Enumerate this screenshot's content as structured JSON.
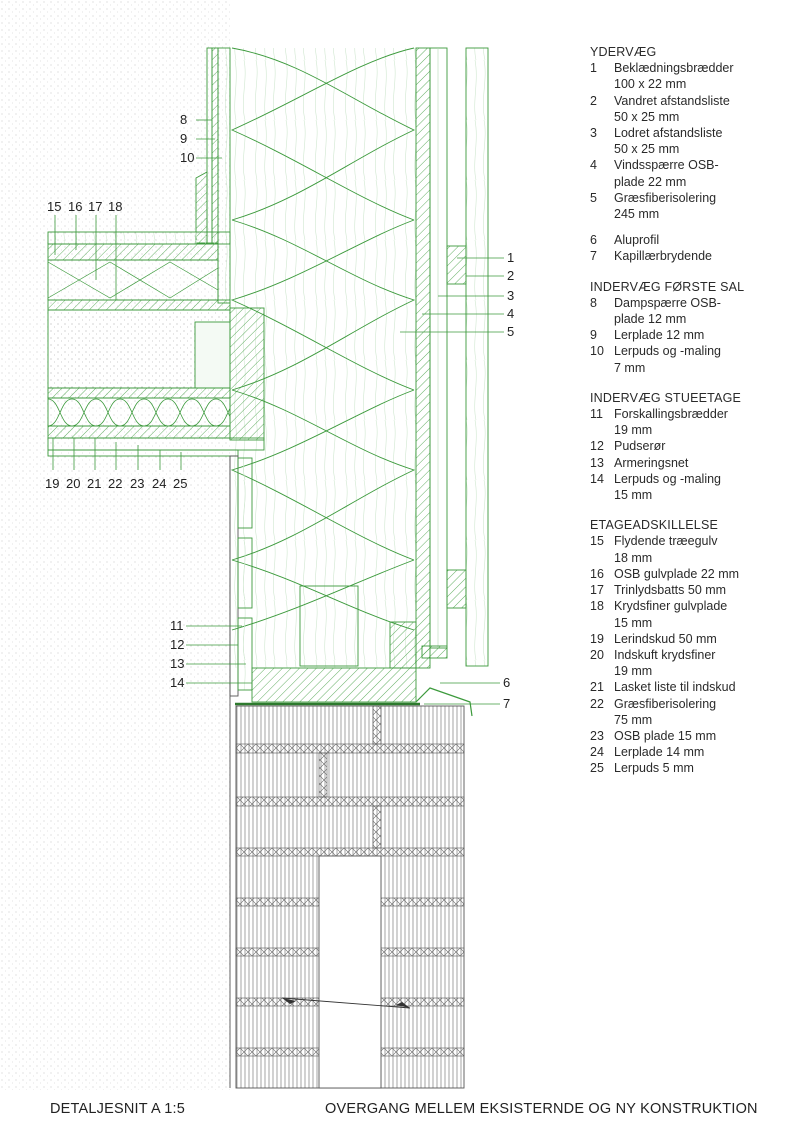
{
  "colors": {
    "construction_green": "#3c9a3c",
    "light_green": "#b6dcb6",
    "existing_gray": "#555555",
    "text": "#222222"
  },
  "legend": {
    "yderveg": {
      "title": "YDERVÆG",
      "items": [
        {
          "num": "1",
          "text": "Beklædningsbrædder\n100 x 22 mm"
        },
        {
          "num": "2",
          "text": "Vandret afstandsliste\n50 x 25 mm"
        },
        {
          "num": "3",
          "text": "Lodret afstandsliste\n50 x 25 mm"
        },
        {
          "num": "4",
          "text": "Vindsspærre OSB-\nplade 22 mm"
        },
        {
          "num": "5",
          "text": "Græsfiberisolering\n245 mm"
        },
        {
          "num": "6",
          "text": "Aluprofil"
        },
        {
          "num": "7",
          "text": "Kapillærbrydende"
        }
      ]
    },
    "indervaeg_sal": {
      "title": "INDERVÆG FØRSTE SAL",
      "items": [
        {
          "num": "8",
          "text": "Dampspærre OSB-\nplade 12 mm"
        },
        {
          "num": "9",
          "text": "Lerplade 12 mm"
        },
        {
          "num": "10",
          "text": "Lerpuds og -maling\n7 mm"
        }
      ]
    },
    "indervaeg_stue": {
      "title": "INDERVÆG STUEETAGE",
      "items": [
        {
          "num": "11",
          "text": "Forskallingsbrædder\n19 mm"
        },
        {
          "num": "12",
          "text": "Pudserør"
        },
        {
          "num": "13",
          "text": "Armeringsnet"
        },
        {
          "num": "14",
          "text": "Lerpuds og -maling\n15 mm"
        }
      ]
    },
    "etageadskillelse": {
      "title": "ETAGEADSKILLELSE",
      "items": [
        {
          "num": "15",
          "text": "Flydende træegulv\n18 mm"
        },
        {
          "num": "16",
          "text": "OSB gulvplade 22 mm"
        },
        {
          "num": "17",
          "text": "Trinlydsbatts 50 mm"
        },
        {
          "num": "18",
          "text": "Krydsfiner gulvplade\n15 mm"
        },
        {
          "num": "19",
          "text": "Lerindskud 50 mm"
        },
        {
          "num": "20",
          "text": "Indskuft krydsfiner\n19 mm"
        },
        {
          "num": "21",
          "text": "Lasket liste til indskud"
        },
        {
          "num": "22",
          "text": "Græsfiberisolering\n75 mm"
        },
        {
          "num": "23",
          "text": "OSB plade 15 mm"
        },
        {
          "num": "24",
          "text": "Lerplade 14 mm"
        },
        {
          "num": "25",
          "text": "Lerpuds 5 mm"
        }
      ]
    }
  },
  "callouts": {
    "n1": "1",
    "n2": "2",
    "n3": "3",
    "n4": "4",
    "n5": "5",
    "n6": "6",
    "n7": "7",
    "n8": "8",
    "n9": "9",
    "n10": "10",
    "n11": "11",
    "n12": "12",
    "n13": "13",
    "n14": "14",
    "n15": "15",
    "n16": "16",
    "n17": "17",
    "n18": "18",
    "n19": "19",
    "n20": "20",
    "n21": "21",
    "n22": "22",
    "n23": "23",
    "n24": "24",
    "n25": "25"
  },
  "footer": {
    "left": "DETALJESNIT A 1:5",
    "right": "OVERGANG MELLEM EKSISTERNDE OG NY KONSTRUKTION"
  }
}
